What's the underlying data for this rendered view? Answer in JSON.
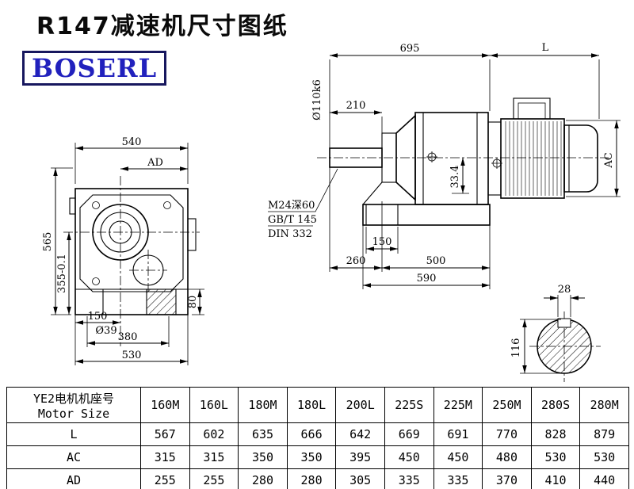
{
  "page": {
    "title": "R147减速机尺寸图纸",
    "logo": "BOSERL"
  },
  "front_view": {
    "dims": {
      "top_width": "540",
      "ad_label": "AD",
      "total_height": "565",
      "center_height": "355-0.1",
      "foot_offset": "150",
      "bore_dia": "Ø39",
      "bolt_span": "380",
      "base_width": "530",
      "foot_height": "80"
    }
  },
  "side_view": {
    "dims": {
      "housing_length": "695",
      "motor_length": "L",
      "shaft_length": "210",
      "shaft_dia": "Ø110k6",
      "tap_spec": "M24深60",
      "std_gb": "GB/T 145",
      "std_din": "DIN 332",
      "key_height": "33.4",
      "foot_pitch": "150",
      "front_length": "260",
      "housing_base": "500",
      "base_length": "590",
      "motor_dia": "AC"
    }
  },
  "section_view": {
    "dims": {
      "key_width": "28",
      "shaft_dia": "116"
    }
  },
  "table": {
    "header_cn": "YE2电机机座号",
    "header_en": "Motor Size",
    "columns": [
      "160M",
      "160L",
      "180M",
      "180L",
      "200L",
      "225S",
      "225M",
      "250M",
      "280S",
      "280M"
    ],
    "rows": [
      {
        "label": "L",
        "values": [
          "567",
          "602",
          "635",
          "666",
          "642",
          "669",
          "691",
          "770",
          "828",
          "879"
        ]
      },
      {
        "label": "AC",
        "values": [
          "315",
          "315",
          "350",
          "350",
          "395",
          "450",
          "450",
          "480",
          "530",
          "530"
        ]
      },
      {
        "label": "AD",
        "values": [
          "255",
          "255",
          "280",
          "280",
          "305",
          "335",
          "335",
          "370",
          "410",
          "440"
        ]
      }
    ]
  }
}
